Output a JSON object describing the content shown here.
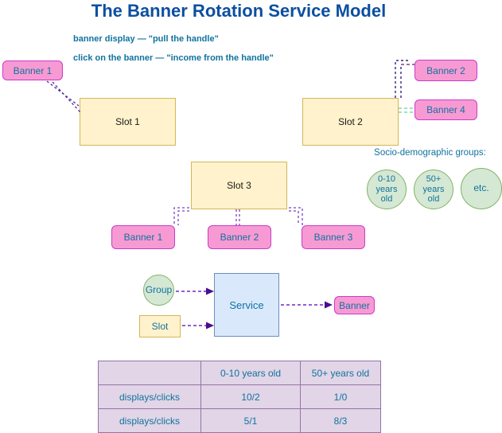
{
  "title": "The Banner Rotation Service Model",
  "notes": {
    "line1": "banner display — \"pull the handle\"",
    "line2": "click on the banner — \"income from the handle\""
  },
  "nodes": {
    "banner1_top": "Banner 1",
    "slot1": "Slot 1",
    "slot2": "Slot 2",
    "banner2": "Banner 2",
    "banner4": "Banner 4",
    "slot3": "Slot 3",
    "banner1_bottom": "Banner 1",
    "banner2_bottom": "Banner 2",
    "banner3_bottom": "Banner 3"
  },
  "groups": {
    "heading": "Socio-demographic groups:",
    "circles": [
      {
        "lines": [
          "0-10",
          "years",
          "old"
        ]
      },
      {
        "lines": [
          "50+",
          "years",
          "old"
        ]
      },
      {
        "lines": [
          "etc."
        ]
      }
    ]
  },
  "service_flow": {
    "group": "Group",
    "slot": "Slot",
    "service": "Service",
    "banner": "Banner"
  },
  "table": {
    "headers": [
      "",
      "0-10 years old",
      "50+ years old"
    ],
    "rows": [
      [
        "displays/clicks",
        "10/2",
        "1/0"
      ],
      [
        "displays/clicks",
        "5/1",
        "8/3"
      ]
    ]
  },
  "colors": {
    "title_text": "#0C4F9F",
    "label_text": "#10739E",
    "banner_fill": "#F79AD3",
    "banner_border": "#C93BC9",
    "slot_fill": "#FFF2CC",
    "slot_border": "#D6B656",
    "circle_fill": "#D5E8D4",
    "circle_border": "#82B366",
    "service_fill": "#DAE8FC",
    "service_border": "#6C8EBF",
    "table_fill": "#E1D5E7",
    "table_border": "#9673A6",
    "connector_dark_purple": "#4D27A3",
    "connector_medium_purple": "#7B40C6",
    "connector_light_purple": "#9673A6",
    "connector_green": "#6BCF9B"
  }
}
